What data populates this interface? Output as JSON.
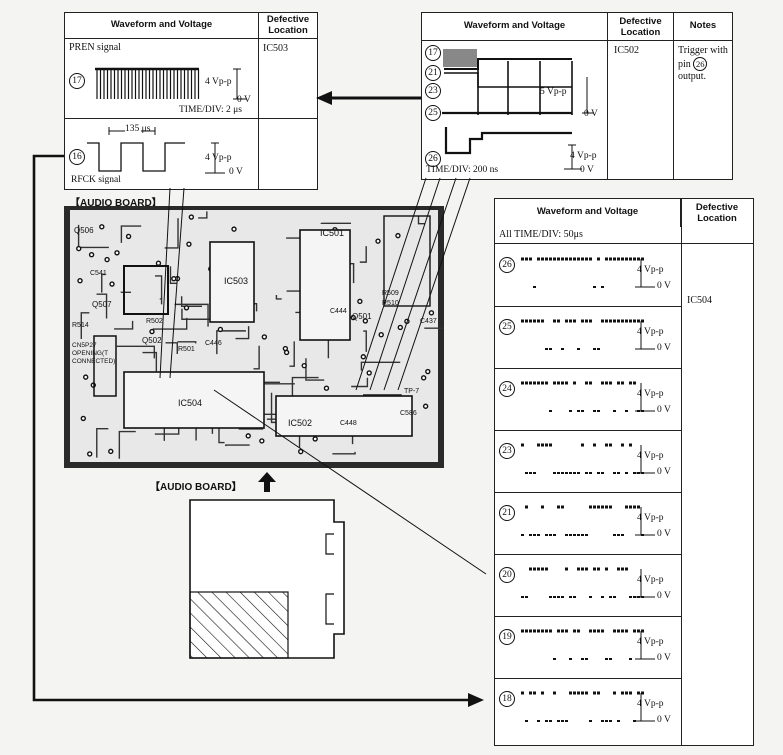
{
  "table_left": {
    "header_waveform": "Waveform and Voltage",
    "header_location": "Defective Location",
    "row1": {
      "pin": "17",
      "signal": "PREN signal",
      "vpp": "4 Vp-p",
      "zero": "0 V",
      "timediv": "TIME/DIV: 2 μs",
      "location": "IC503"
    },
    "row2": {
      "pin": "16",
      "signal": "RFCK signal",
      "period": "135 μs",
      "vpp": "4 Vp-p",
      "zero": "0 V"
    }
  },
  "table_top_right": {
    "header_waveform": "Waveform and Voltage",
    "header_location": "Defective Location",
    "header_notes": "Notes",
    "pins": [
      "17",
      "21",
      "23",
      "25"
    ],
    "vpp1": "5 Vp-p",
    "zero1": "0 V",
    "pin26": "26",
    "vpp2": "4 Vp-p",
    "zero2": "0 V",
    "timediv": "TIME/DIV: 200 ns",
    "location": "IC502",
    "notes_pre": "Trigger with pin",
    "notes_pin": "26",
    "notes_post": "output."
  },
  "table_right": {
    "header_waveform": "Waveform and Voltage",
    "header_location": "Defective Location",
    "timediv": "All TIME/DIV: 50μs",
    "location": "IC504",
    "rows": [
      {
        "pin": "26",
        "vpp": "4 Vp-p",
        "zero": "0 V"
      },
      {
        "pin": "25",
        "vpp": "4 Vp-p",
        "zero": "0 V"
      },
      {
        "pin": "24",
        "vpp": "4 Vp-p",
        "zero": "0 V"
      },
      {
        "pin": "23",
        "vpp": "4 Vp-p",
        "zero": "0 V"
      },
      {
        "pin": "21",
        "vpp": "4 Vp-p",
        "zero": "0 V"
      },
      {
        "pin": "20",
        "vpp": "4 Vp-p",
        "zero": "0 V"
      },
      {
        "pin": "19",
        "vpp": "4 Vp-p",
        "zero": "0 V"
      },
      {
        "pin": "18",
        "vpp": "4 Vp-p",
        "zero": "0 V"
      }
    ]
  },
  "board": {
    "label_top": "【AUDIO BOARD】",
    "label_bottom": "【AUDIO BOARD】",
    "ic_labels": [
      "IC501",
      "IC503",
      "IC504",
      "IC502"
    ],
    "parts": [
      "Q506",
      "Q507",
      "Q502",
      "Q501",
      "C541",
      "C444",
      "C446",
      "C448",
      "R501",
      "R502",
      "R509",
      "R510",
      "R514",
      "C437",
      "C586",
      "TP-7"
    ],
    "note": "CN5P27 OPENING(T CONNECTED)"
  }
}
